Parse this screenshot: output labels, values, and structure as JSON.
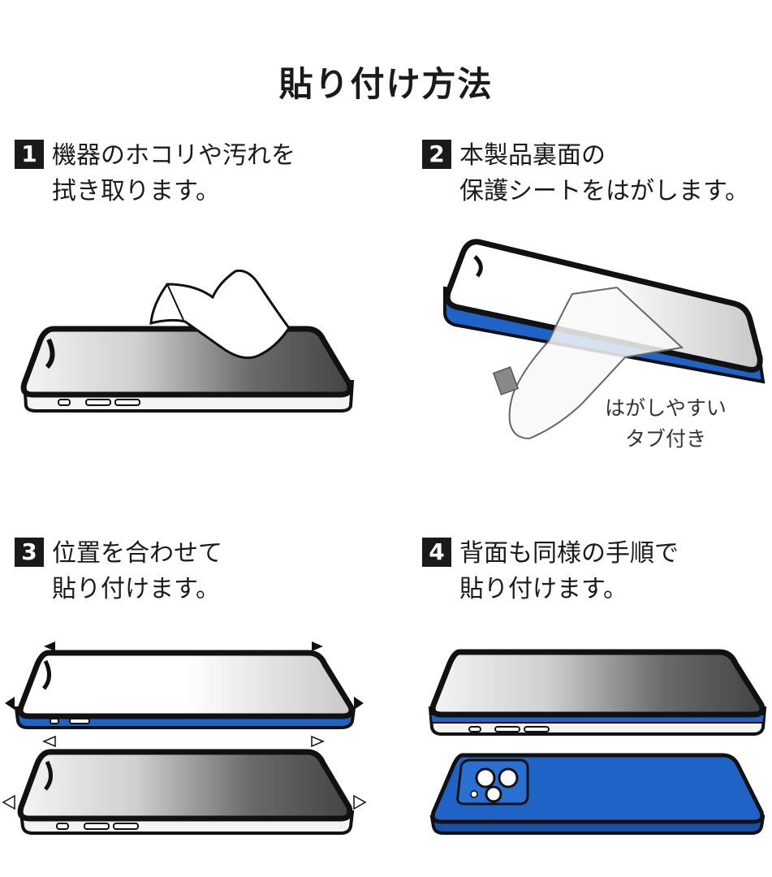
{
  "title": "貼り付け方法",
  "steps": [
    {
      "number": "1",
      "line1": "機器のホコリや汚れを",
      "line2": "拭き取ります。"
    },
    {
      "number": "2",
      "line1": "本製品裏面の",
      "line2": "保護シートをはがします。"
    },
    {
      "number": "3",
      "line1": "位置を合わせて",
      "line2": "貼り付けます。"
    },
    {
      "number": "4",
      "line1": "背面も同様の手順で",
      "line2": "貼り付けます。"
    }
  ],
  "tab_note": {
    "line1": "はがしやすい",
    "line2": "タブ付き"
  },
  "colors": {
    "phone_blue": "#1f63c6",
    "frame": "#111111",
    "text": "#1a1a1a"
  }
}
